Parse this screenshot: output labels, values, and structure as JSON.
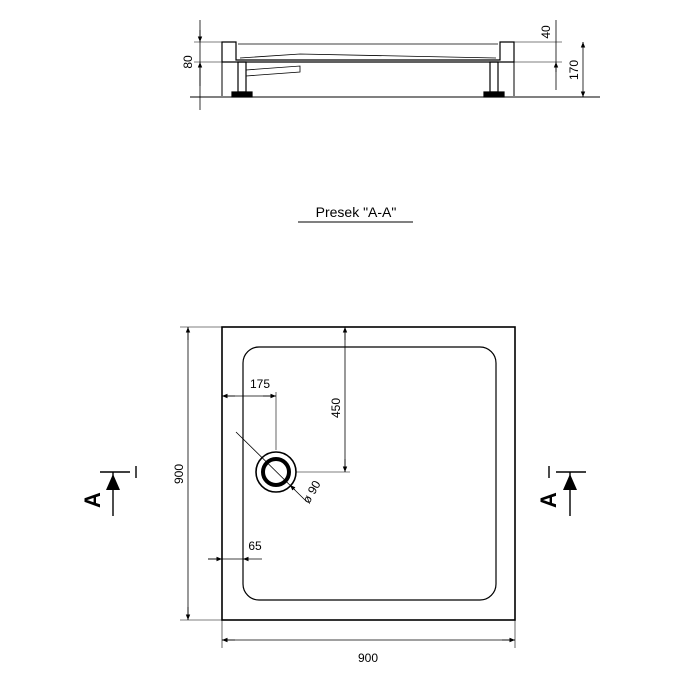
{
  "section_title": "Presek \"A-A\"",
  "side_view": {
    "dim_left": "80",
    "dim_right_top": "40",
    "dim_right": "170"
  },
  "plan_view": {
    "dim_width": "900",
    "dim_height": "900",
    "dim_drain_x": "175",
    "dim_drain_y": "450",
    "dim_drain_diameter": "ø 90",
    "dim_edge": "65",
    "section_marker_left": "A",
    "section_marker_right": "A"
  },
  "colors": {
    "line": "#000000",
    "background": "#ffffff"
  }
}
